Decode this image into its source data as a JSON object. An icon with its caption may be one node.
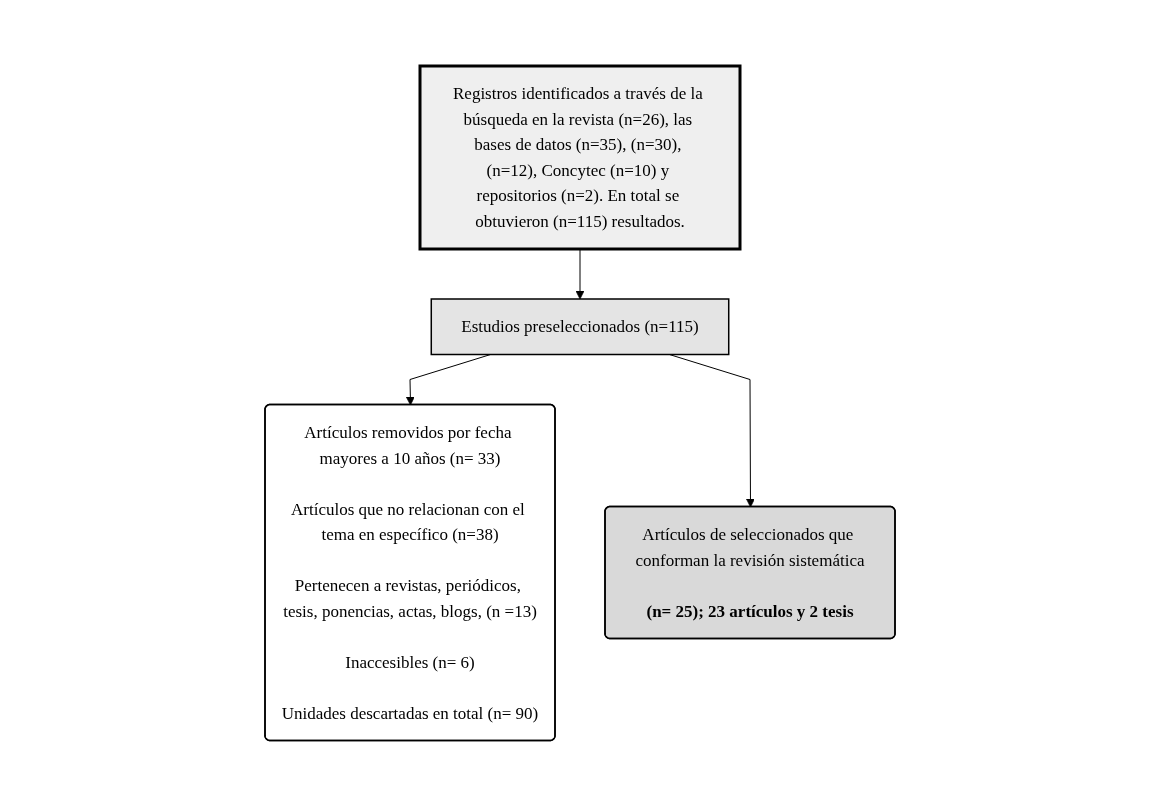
{
  "diagram": {
    "nodes": [
      {
        "text": [
          "Registros identificados a través de la búsqueda en la revista (n=26), las bases de datos (n=35), (n=30), (n=12), Concytec (n=10) y repositorios (n=2). En total se obtuvieron (n=115) resultados."
        ]
      },
      {
        "text": [
          "Estudios preseleccionados (n=115)"
        ]
      },
      {
        "text": [
          "Artículos removidos por fecha mayores a 10 años (n= 33)",
          "Artículos que no relacionan con el tema en específico (n=38)",
          "Pertenecen a revistas, periódicos, tesis, ponencias, actas, blogs, (n =13)",
          "Inaccesibles (n= 6)",
          "Unidades descartadas en total (n= 90)"
        ]
      },
      {
        "text": [
          "Artículos de seleccionados que conforman la revisión sistemática",
          "(n= 25); 23 artículos y 2 tesis"
        ]
      }
    ],
    "edges": [
      {
        "from": 0,
        "to": 1,
        "arrow": "to"
      },
      {
        "from": 1,
        "to": 2,
        "arrow": "to"
      },
      {
        "from": 1,
        "to": 3,
        "arrow": "to"
      }
    ]
  }
}
